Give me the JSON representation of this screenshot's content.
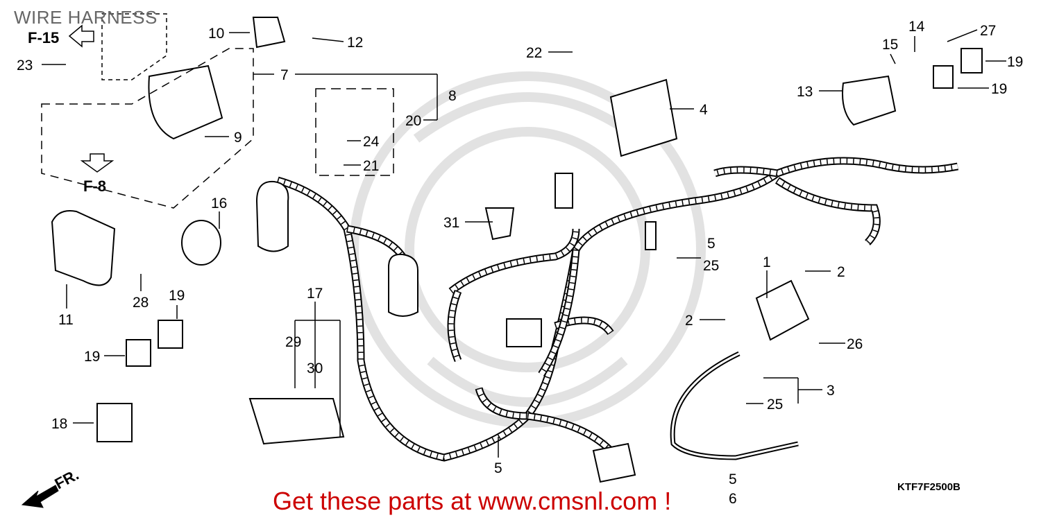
{
  "title": "WIRE HARNESS",
  "diagram_code": "KTF7F2500B",
  "promo_text": "Get these parts at www.cmsnl.com !",
  "references": [
    "F-15",
    "F-8"
  ],
  "direction_label": "FR.",
  "callouts": [
    "10",
    "12",
    "22",
    "4",
    "15",
    "14",
    "27",
    "19",
    "19",
    "13",
    "23",
    "7",
    "8",
    "20",
    "24",
    "21",
    "9",
    "16",
    "31",
    "5",
    "25",
    "1",
    "2",
    "2",
    "26",
    "3",
    "25",
    "11",
    "28",
    "19",
    "19",
    "17",
    "29",
    "30",
    "18",
    "5",
    "5",
    "6"
  ],
  "colors": {
    "promo": "#cc0000",
    "title": "#666666",
    "watermark": "#dddddd"
  }
}
